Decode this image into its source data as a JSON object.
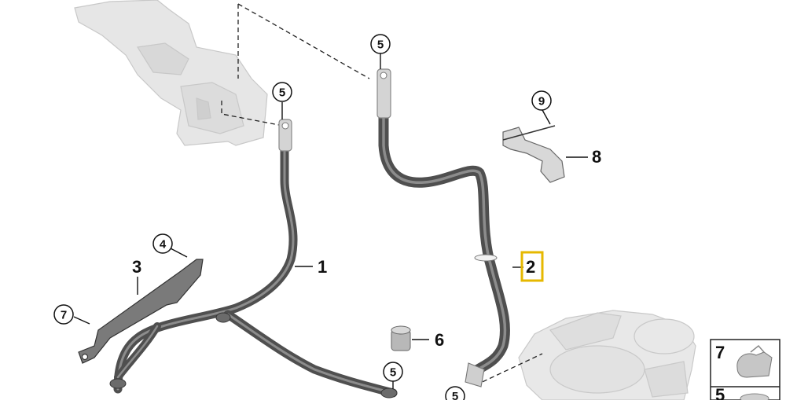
{
  "callouts": {
    "c1": "1",
    "c2": "2",
    "c3": "3",
    "c4": "4",
    "c5": "5",
    "c6": "6",
    "c7": "7",
    "c8": "8",
    "c9": "9"
  },
  "inset": {
    "row1": "7",
    "row2": "5"
  },
  "highlight": {
    "part": "2",
    "color": "#e6b800"
  },
  "colors": {
    "cable": "#5c5c5c",
    "cable_highlight": "#8c8c8c",
    "ghost_part": "#e6e6e6",
    "ghost_edge": "#c8c8c8"
  }
}
